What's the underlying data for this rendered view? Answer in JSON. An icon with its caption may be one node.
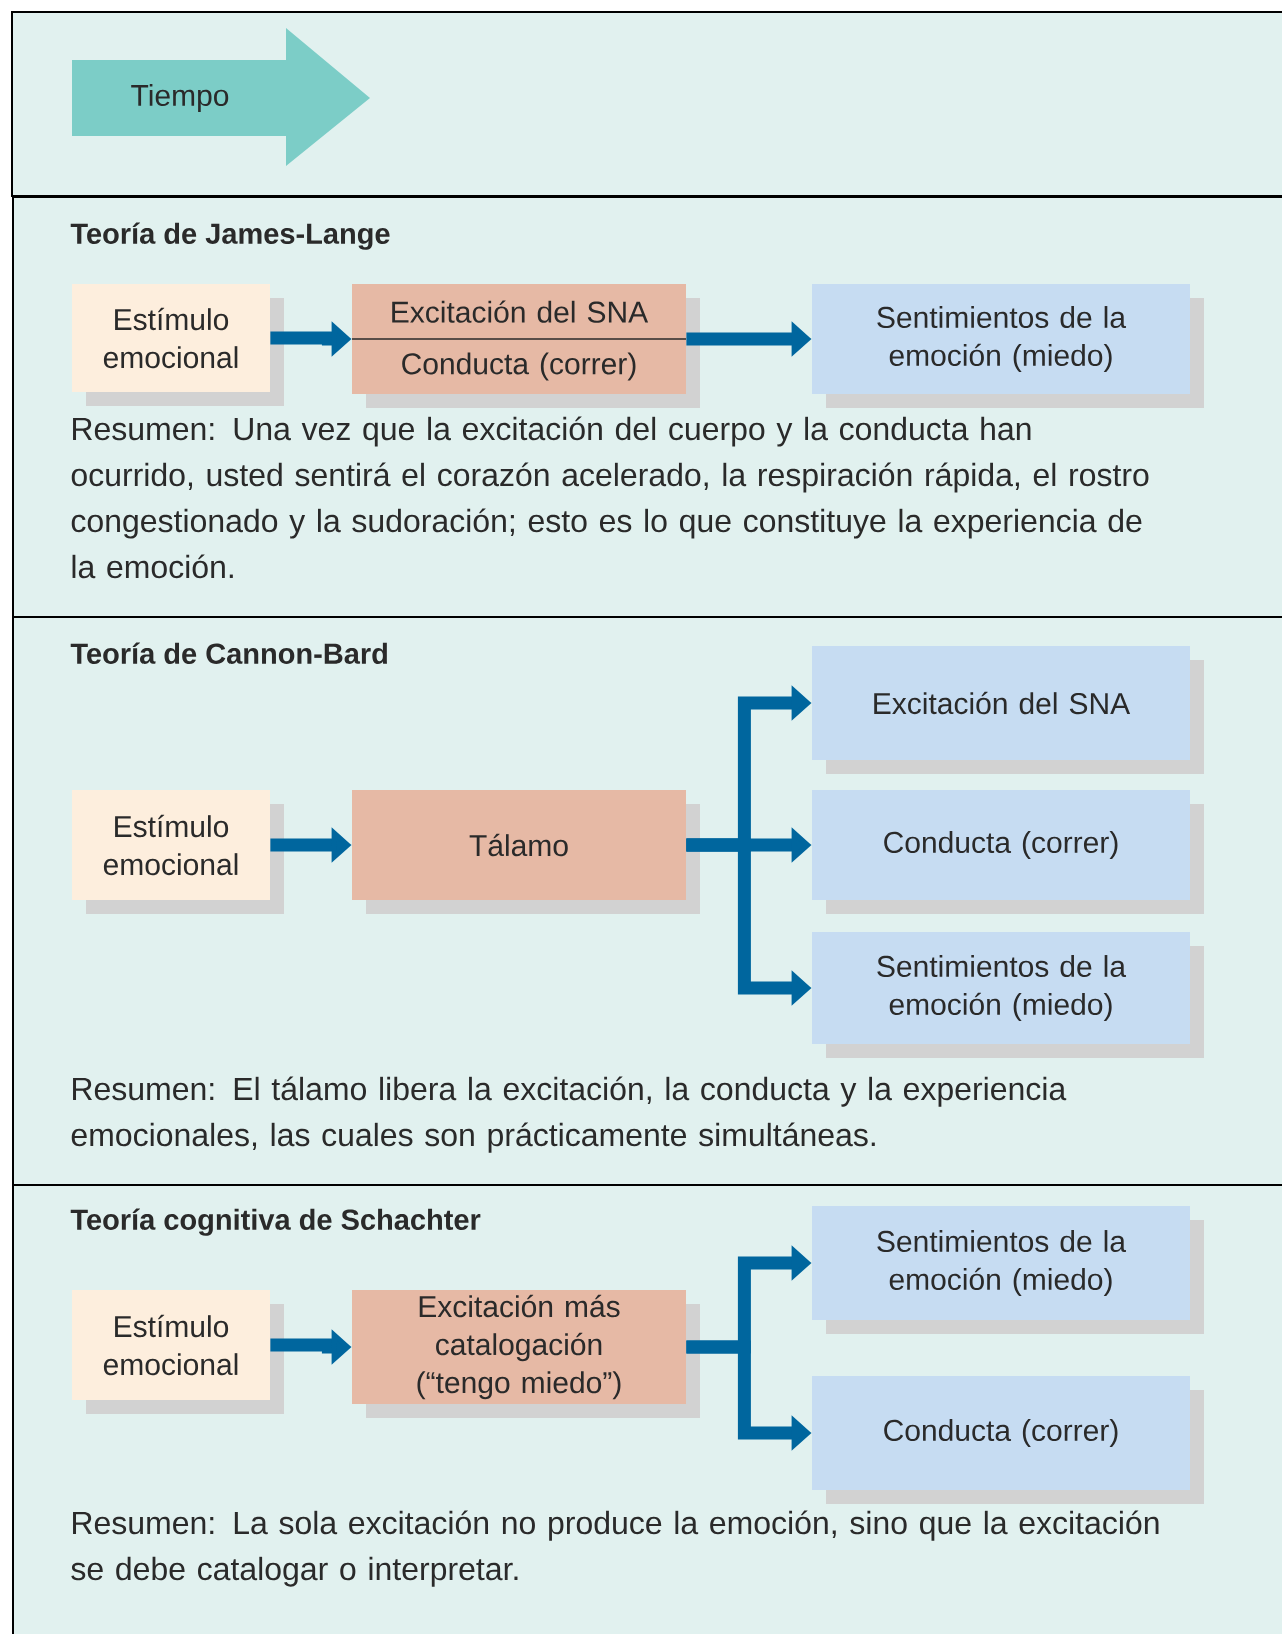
{
  "diagram": {
    "nodes": [
      {
        "text": [
          "Tiempo"
        ]
      },
      {
        "text": [
          "Teoría de James-Lange",
          "Resumen: Una vez que la excitación del cuerpo y la conducta han ocurrido, usted sentirá el corazón acelerado, la respiración rápida, el rostro congestionado y la sudoración; esto es lo que constituye la experiencia de la emoción."
        ]
      },
      {
        "text": [
          "Estímulo emocional"
        ],
        "in": 1
      },
      {
        "text": [
          "Excitación del SNA",
          "Conducta (correr)"
        ],
        "in": 1
      },
      {
        "text": [
          "Sentimientos de la emoción (miedo)"
        ],
        "in": 1
      },
      {
        "text": [
          "Teoría de Cannon-Bard",
          "Resumen: El tálamo libera la excitación, la conducta y la experiencia emocionales, las cuales son prácticamente simultáneas."
        ]
      },
      {
        "text": [
          "Estímulo emocional"
        ],
        "in": 5
      },
      {
        "text": [
          "Tálamo"
        ],
        "in": 5
      },
      {
        "text": [
          "Excitación del SNA"
        ],
        "in": 5
      },
      {
        "text": [
          "Conducta (correr)"
        ],
        "in": 5
      },
      {
        "text": [
          "Sentimientos de la emoción (miedo)"
        ],
        "in": 5
      },
      {
        "text": [
          "Teoría cognitiva de Schachter",
          "Resumen: La sola excitación no produce la emoción, sino que la excitación se debe catalogar o interpretar."
        ]
      },
      {
        "text": [
          "Estímulo emocional"
        ],
        "in": 11
      },
      {
        "text": [
          "Excitación más catalogación (“tengo miedo”)"
        ],
        "in": 11
      },
      {
        "text": [
          "Sentimientos de la emoción (miedo)"
        ],
        "in": 11
      },
      {
        "text": [
          "Conducta (correr)"
        ],
        "in": 11
      }
    ],
    "edges": [
      {
        "from": 2,
        "to": 3,
        "arrow": "to"
      },
      {
        "from": 3,
        "to": 4,
        "arrow": "to"
      },
      {
        "from": 6,
        "to": 7,
        "arrow": "to"
      },
      {
        "from": 7,
        "to": 8,
        "arrow": "to"
      },
      {
        "from": 7,
        "to": 9,
        "arrow": "to"
      },
      {
        "from": 7,
        "to": 10,
        "arrow": "to"
      },
      {
        "from": 12,
        "to": 13,
        "arrow": "to"
      },
      {
        "from": 13,
        "to": 14,
        "arrow": "to"
      },
      {
        "from": 13,
        "to": 15,
        "arrow": "to"
      }
    ]
  }
}
